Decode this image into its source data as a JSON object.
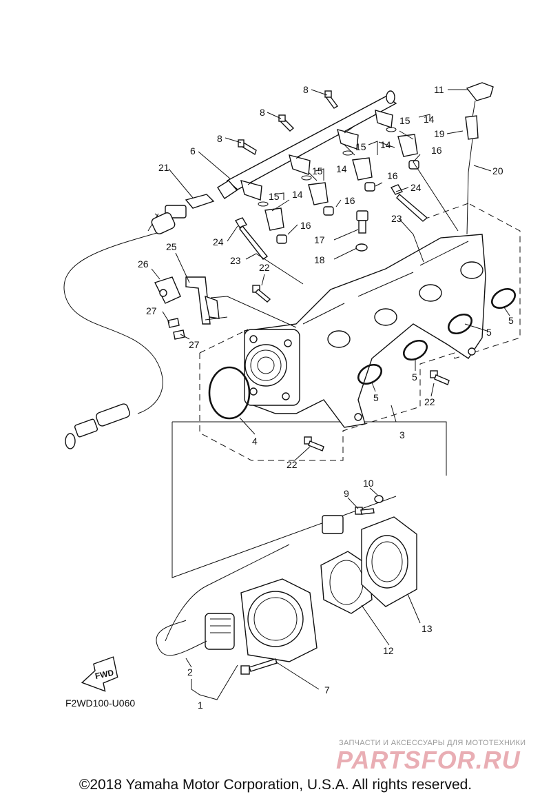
{
  "diagram": {
    "code": "F2WD100-U060",
    "fwd_arrow_label": "FWD",
    "copyright": "©2018 Yamaha Motor Corporation, U.S.A. All rights reserved.",
    "watermark": {
      "tagline": "ЗАПЧАСТИ И АКСЕССУАРЫ ДЛЯ МОТОТЕХНИКИ",
      "logo_text": "PARTSFOR.RU"
    }
  },
  "callouts": [
    {
      "id": "c1",
      "text": "1"
    },
    {
      "id": "c2",
      "text": "2"
    },
    {
      "id": "c3",
      "text": "3"
    },
    {
      "id": "c4",
      "text": "4"
    },
    {
      "id": "c5a",
      "text": "5"
    },
    {
      "id": "c5b",
      "text": "5"
    },
    {
      "id": "c5c",
      "text": "5"
    },
    {
      "id": "c5d",
      "text": "5"
    },
    {
      "id": "c6",
      "text": "6"
    },
    {
      "id": "c7",
      "text": "7"
    },
    {
      "id": "c8a",
      "text": "8"
    },
    {
      "id": "c8b",
      "text": "8"
    },
    {
      "id": "c8c",
      "text": "8"
    },
    {
      "id": "c9",
      "text": "9"
    },
    {
      "id": "c10",
      "text": "10"
    },
    {
      "id": "c11",
      "text": "11"
    },
    {
      "id": "c12",
      "text": "12"
    },
    {
      "id": "c13",
      "text": "13"
    },
    {
      "id": "c14a",
      "text": "14"
    },
    {
      "id": "c14b",
      "text": "14"
    },
    {
      "id": "c14c",
      "text": "14"
    },
    {
      "id": "c14d",
      "text": "14"
    },
    {
      "id": "c15a",
      "text": "15"
    },
    {
      "id": "c15b",
      "text": "15"
    },
    {
      "id": "c15c",
      "text": "15"
    },
    {
      "id": "c15d",
      "text": "15"
    },
    {
      "id": "c16a",
      "text": "16"
    },
    {
      "id": "c16b",
      "text": "16"
    },
    {
      "id": "c16c",
      "text": "16"
    },
    {
      "id": "c16d",
      "text": "16"
    },
    {
      "id": "c17",
      "text": "17"
    },
    {
      "id": "c18",
      "text": "18"
    },
    {
      "id": "c19",
      "text": "19"
    },
    {
      "id": "c20",
      "text": "20"
    },
    {
      "id": "c21",
      "text": "21"
    },
    {
      "id": "c22a",
      "text": "22"
    },
    {
      "id": "c22b",
      "text": "22"
    },
    {
      "id": "c22c",
      "text": "22"
    },
    {
      "id": "c23a",
      "text": "23"
    },
    {
      "id": "c23b",
      "text": "23"
    },
    {
      "id": "c24a",
      "text": "24"
    },
    {
      "id": "c24b",
      "text": "24"
    },
    {
      "id": "c25",
      "text": "25"
    },
    {
      "id": "c26",
      "text": "26"
    },
    {
      "id": "c27a",
      "text": "27"
    },
    {
      "id": "c27b",
      "text": "27"
    }
  ]
}
